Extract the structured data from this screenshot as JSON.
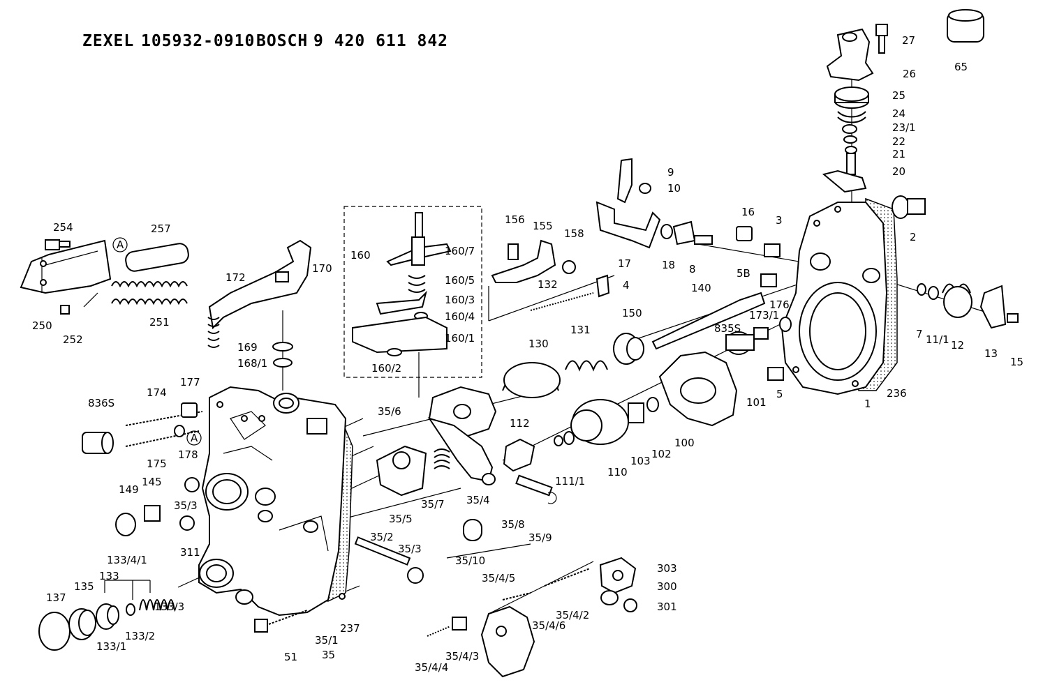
{
  "title": {
    "zexel_label": "ZEXEL",
    "zexel_number": "105932-0910",
    "bosch_label": "BOSCH",
    "bosch_number": "9 420 611 842"
  },
  "labels": [
    {
      "id": "l27",
      "text": "27"
    },
    {
      "id": "l65",
      "text": "65"
    },
    {
      "id": "l26",
      "text": "26"
    },
    {
      "id": "l25",
      "text": "25"
    },
    {
      "id": "l24",
      "text": "24"
    },
    {
      "id": "l23_1",
      "text": "23/1"
    },
    {
      "id": "l22",
      "text": "22"
    },
    {
      "id": "l21",
      "text": "21"
    },
    {
      "id": "l20",
      "text": "20"
    },
    {
      "id": "l9",
      "text": "9"
    },
    {
      "id": "l10",
      "text": "10"
    },
    {
      "id": "l2",
      "text": "2"
    },
    {
      "id": "l16",
      "text": "16"
    },
    {
      "id": "l3",
      "text": "3"
    },
    {
      "id": "l17",
      "text": "17"
    },
    {
      "id": "l18",
      "text": "18"
    },
    {
      "id": "l8",
      "text": "8"
    },
    {
      "id": "l5B",
      "text": "5B"
    },
    {
      "id": "l4",
      "text": "4"
    },
    {
      "id": "l156",
      "text": "156"
    },
    {
      "id": "l155",
      "text": "155"
    },
    {
      "id": "l158",
      "text": "158"
    },
    {
      "id": "l132",
      "text": "132"
    },
    {
      "id": "l160",
      "text": "160"
    },
    {
      "id": "l160_7",
      "text": "160/7"
    },
    {
      "id": "l160_5",
      "text": "160/5"
    },
    {
      "id": "l160_3",
      "text": "160/3"
    },
    {
      "id": "l160_4",
      "text": "160/4"
    },
    {
      "id": "l160_1",
      "text": "160/1"
    },
    {
      "id": "l160_2",
      "text": "160/2"
    },
    {
      "id": "l254",
      "text": "254"
    },
    {
      "id": "l257",
      "text": "257"
    },
    {
      "id": "l250",
      "text": "250"
    },
    {
      "id": "l251",
      "text": "251"
    },
    {
      "id": "l252",
      "text": "252"
    },
    {
      "id": "l172",
      "text": "172"
    },
    {
      "id": "l170",
      "text": "170"
    },
    {
      "id": "l169",
      "text": "169"
    },
    {
      "id": "l168_1",
      "text": "168/1"
    },
    {
      "id": "l140",
      "text": "140"
    },
    {
      "id": "l176",
      "text": "176"
    },
    {
      "id": "l173_1",
      "text": "173/1"
    },
    {
      "id": "l835S",
      "text": "835S"
    },
    {
      "id": "l7",
      "text": "7"
    },
    {
      "id": "l11_1",
      "text": "11/1"
    },
    {
      "id": "l12",
      "text": "12"
    },
    {
      "id": "l13",
      "text": "13"
    },
    {
      "id": "l15",
      "text": "15"
    },
    {
      "id": "l130",
      "text": "130"
    },
    {
      "id": "l131",
      "text": "131"
    },
    {
      "id": "l150",
      "text": "150"
    },
    {
      "id": "l101",
      "text": "101"
    },
    {
      "id": "l5",
      "text": "5"
    },
    {
      "id": "l1",
      "text": "1"
    },
    {
      "id": "l236",
      "text": "236"
    },
    {
      "id": "l836S",
      "text": "836S"
    },
    {
      "id": "l174",
      "text": "174"
    },
    {
      "id": "l177",
      "text": "177"
    },
    {
      "id": "l175",
      "text": "175"
    },
    {
      "id": "l178",
      "text": "178"
    },
    {
      "id": "l35_6",
      "text": "35/6"
    },
    {
      "id": "l112",
      "text": "112"
    },
    {
      "id": "l111_1",
      "text": "111/1"
    },
    {
      "id": "l110",
      "text": "110"
    },
    {
      "id": "l103",
      "text": "103"
    },
    {
      "id": "l102",
      "text": "102"
    },
    {
      "id": "l100",
      "text": "100"
    },
    {
      "id": "l149",
      "text": "149"
    },
    {
      "id": "l145",
      "text": "145"
    },
    {
      "id": "l35_3a",
      "text": "35/3"
    },
    {
      "id": "l35_7",
      "text": "35/7"
    },
    {
      "id": "l35_4",
      "text": "35/4"
    },
    {
      "id": "l35_5",
      "text": "35/5"
    },
    {
      "id": "l35_8",
      "text": "35/8"
    },
    {
      "id": "l35_9",
      "text": "35/9"
    },
    {
      "id": "l311",
      "text": "311"
    },
    {
      "id": "l35_2",
      "text": "35/2"
    },
    {
      "id": "l35_3b",
      "text": "35/3"
    },
    {
      "id": "l35_10",
      "text": "35/10"
    },
    {
      "id": "l133_4_1",
      "text": "133/4/1"
    },
    {
      "id": "l133",
      "text": "133"
    },
    {
      "id": "l137",
      "text": "137"
    },
    {
      "id": "l135",
      "text": "135"
    },
    {
      "id": "l133_1",
      "text": "133/1"
    },
    {
      "id": "l133_2",
      "text": "133/2"
    },
    {
      "id": "l133_3",
      "text": "133/3"
    },
    {
      "id": "l35_4_5",
      "text": "35/4/5"
    },
    {
      "id": "l303",
      "text": "303"
    },
    {
      "id": "l300",
      "text": "300"
    },
    {
      "id": "l301",
      "text": "301"
    },
    {
      "id": "l35_4_2",
      "text": "35/4/2"
    },
    {
      "id": "l35_4_6",
      "text": "35/4/6"
    },
    {
      "id": "l35_4_3",
      "text": "35/4/3"
    },
    {
      "id": "l35_4_4",
      "text": "35/4/4"
    },
    {
      "id": "l51",
      "text": "51"
    },
    {
      "id": "l35_1",
      "text": "35/1"
    },
    {
      "id": "l35",
      "text": "35"
    },
    {
      "id": "l237",
      "text": "237"
    },
    {
      "id": "lA1",
      "text": "A"
    },
    {
      "id": "lA2",
      "text": "A"
    }
  ]
}
